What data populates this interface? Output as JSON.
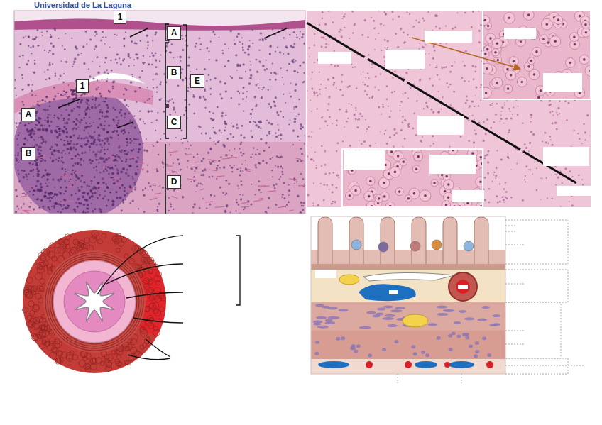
{
  "diagram": {
    "nodes": [
      {
        "text": [
          "1"
        ]
      },
      {
        "text": [
          "A"
        ]
      },
      {
        "text": [
          "B"
        ]
      },
      {
        "text": [
          "E"
        ]
      },
      {
        "text": [
          "1"
        ]
      },
      {
        "text": [
          "A"
        ]
      },
      {
        "text": [
          "C"
        ]
      },
      {
        "text": [
          "B"
        ]
      },
      {
        "text": [
          "D"
        ]
      }
    ],
    "labels": [
      "Universidad de La Laguna"
    ]
  }
}
